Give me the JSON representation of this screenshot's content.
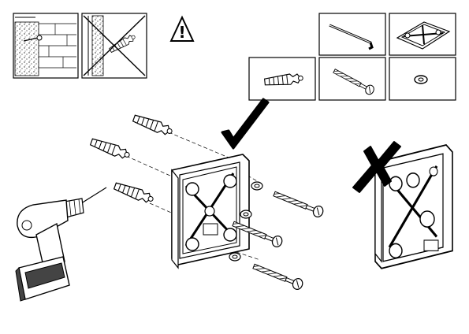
{
  "warning_panels": [
    {
      "name": "solid-wall-panel"
    },
    {
      "name": "hollow-wall-panel",
      "crossed_out": true
    }
  ],
  "warning_icon": {
    "name": "warning-triangle-icon",
    "glyph": "!"
  },
  "parts": [
    {
      "name": "hex-key"
    },
    {
      "name": "mounting-bracket"
    },
    {
      "name": "wall-plug"
    },
    {
      "name": "screw"
    },
    {
      "name": "washer"
    }
  ],
  "assemblies": [
    {
      "name": "correct-mounting",
      "mark": "check"
    },
    {
      "name": "incorrect-mounting",
      "mark": "cross"
    }
  ],
  "colors": {
    "line": "#000000",
    "hatch": "#555555",
    "fill_dark": "#444444",
    "background": "#ffffff"
  }
}
